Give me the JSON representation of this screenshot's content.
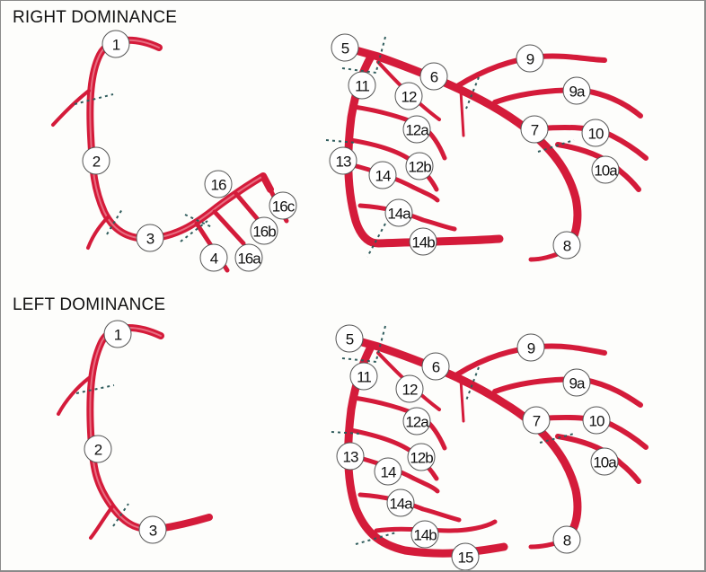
{
  "sections": [
    {
      "title": "RIGHT DOMINANCE",
      "labels": [
        "1",
        "2",
        "3",
        "4",
        "16",
        "16a",
        "16b",
        "16c",
        "5",
        "6",
        "7",
        "8",
        "9",
        "9a",
        "10",
        "10a",
        "11",
        "12",
        "12a",
        "12b",
        "13",
        "14",
        "14a",
        "14b"
      ]
    },
    {
      "title": "LEFT DOMINANCE",
      "labels": [
        "1",
        "2",
        "3",
        "5",
        "6",
        "7",
        "8",
        "9",
        "9a",
        "10",
        "10a",
        "11",
        "12",
        "12a",
        "12b",
        "13",
        "14",
        "14a",
        "14b",
        "15"
      ]
    }
  ],
  "colors": {
    "vessel": "#d41b3a",
    "highlight": "#f08a9a",
    "cut_line": "#2f5c5c",
    "border": "#8a8a8a"
  }
}
